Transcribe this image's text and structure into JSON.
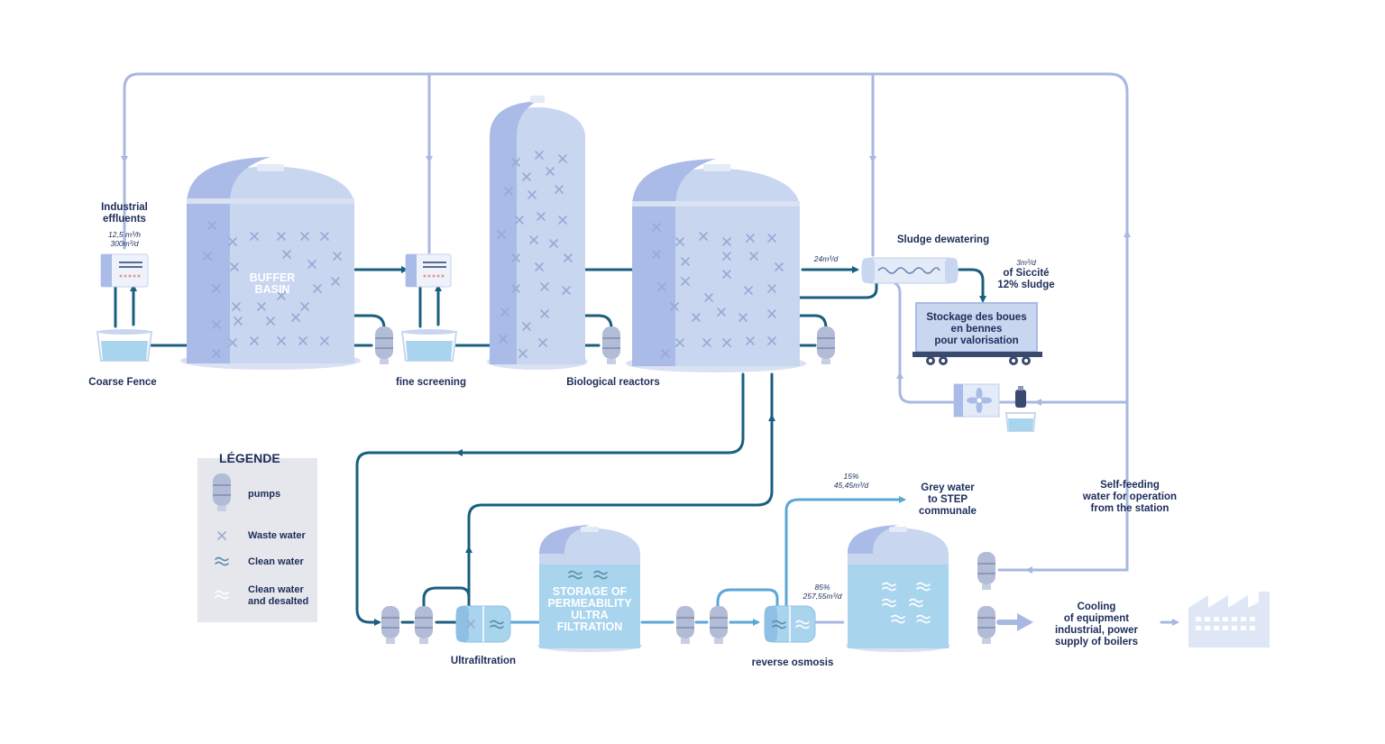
{
  "labels": {
    "industrial_effluents": [
      "Industrial",
      "effluents"
    ],
    "effluent_rate_hour": "12,5 m³/h",
    "effluent_rate_day": "300m³/d",
    "coarse_fence": "Coarse Fence",
    "buffer_basin": [
      "BUFFER",
      "BASIN"
    ],
    "fine_screening": "fine screening",
    "biological_reactors": "Biological reactors",
    "sludge_flow": "24m³/d",
    "sludge_dewatering": "Sludge dewatering",
    "siccite_rate": "3m³/d",
    "siccite": [
      "of Siccité",
      "12% sludge"
    ],
    "stockage": [
      "Stockage des boues",
      "en bennes",
      "pour valorisation"
    ],
    "grey_rate_pct": "15%",
    "grey_rate_day": "45,45m³/d",
    "grey_water": [
      "Grey water",
      "to STEP",
      "communale"
    ],
    "self_feeding": [
      "Self-feeding",
      "water for operation",
      "from the station"
    ],
    "storage_uf": [
      "STORAGE OF",
      "PERMEABILITY",
      "ULTRA",
      "FILTRATION"
    ],
    "ultrafiltration": "Ultrafiltration",
    "ro_rate_pct": "85%",
    "ro_rate_day": "257,55m³/d",
    "reverse_osmosis": "reverse osmosis",
    "cooling": [
      "Cooling",
      "of equipment",
      "industrial, power",
      "supply of boilers"
    ]
  },
  "legend": {
    "title": "LÉGENDE",
    "pumps": "pumps",
    "waste_water": "Waste water",
    "clean_water": "Clean water",
    "clean_desalted": [
      "Clean water",
      "and desalted"
    ]
  },
  "colors": {
    "dark_pipe": "#1a5f7f",
    "light_pipe": "#a9b8e0",
    "mid_pipe": "#5ea6d8",
    "tank_body": "#c8d6f0",
    "tank_dark": "#a9bbe6",
    "water": "#a9d4ee",
    "text": "#1d2d5a"
  }
}
